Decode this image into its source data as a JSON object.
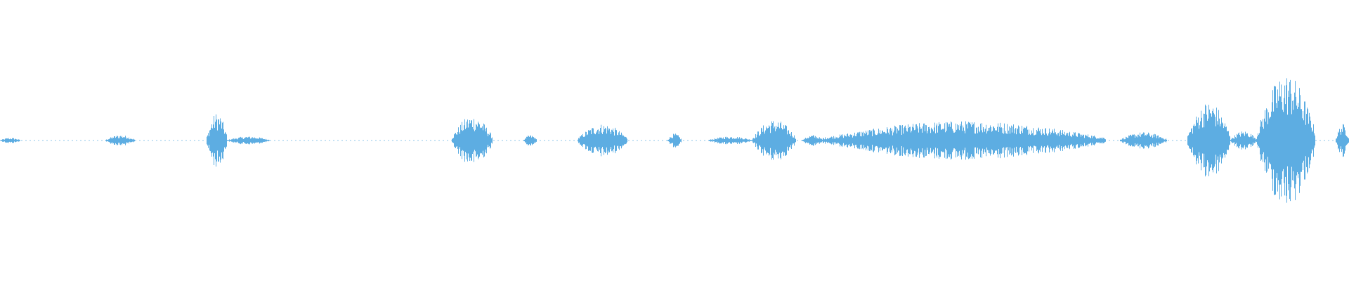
{
  "waveform": {
    "color": "#5DADE2",
    "background": "#FFFFFF",
    "duration_fraction_segments": [
      {
        "start": 0.0,
        "end": 0.015,
        "amplitude": 0.02
      },
      {
        "start": 0.078,
        "end": 0.1,
        "amplitude": 0.04
      },
      {
        "start": 0.153,
        "end": 0.168,
        "amplitude": 0.2
      },
      {
        "start": 0.168,
        "end": 0.2,
        "amplitude": 0.03
      },
      {
        "start": 0.335,
        "end": 0.365,
        "amplitude": 0.18
      },
      {
        "start": 0.388,
        "end": 0.398,
        "amplitude": 0.04
      },
      {
        "start": 0.428,
        "end": 0.465,
        "amplitude": 0.12
      },
      {
        "start": 0.495,
        "end": 0.505,
        "amplitude": 0.05
      },
      {
        "start": 0.525,
        "end": 0.558,
        "amplitude": 0.03
      },
      {
        "start": 0.558,
        "end": 0.59,
        "amplitude": 0.15
      },
      {
        "start": 0.595,
        "end": 0.61,
        "amplitude": 0.04
      },
      {
        "start": 0.61,
        "end": 0.82,
        "amplitude": 0.14
      },
      {
        "start": 0.83,
        "end": 0.865,
        "amplitude": 0.06
      },
      {
        "start": 0.88,
        "end": 0.912,
        "amplitude": 0.28
      },
      {
        "start": 0.912,
        "end": 0.932,
        "amplitude": 0.07
      },
      {
        "start": 0.932,
        "end": 0.975,
        "amplitude": 0.48
      },
      {
        "start": 0.99,
        "end": 1.0,
        "amplitude": 0.12
      }
    ]
  }
}
